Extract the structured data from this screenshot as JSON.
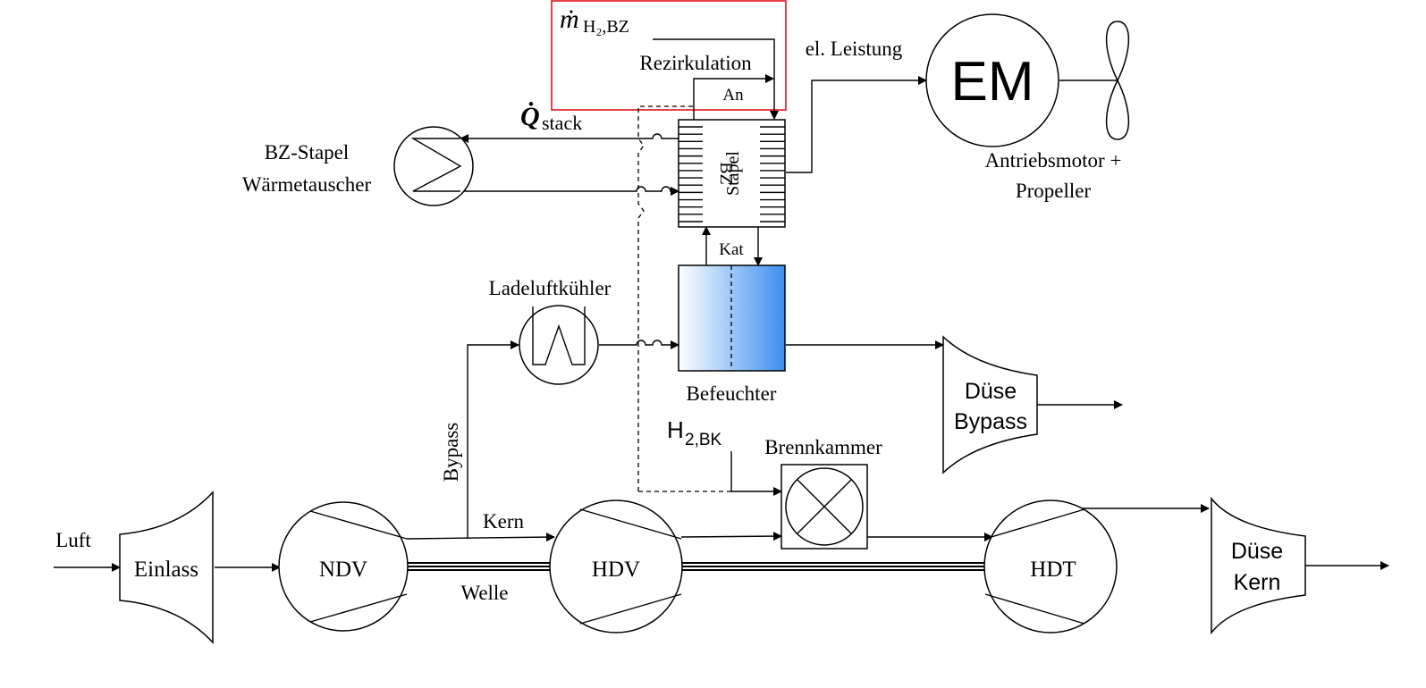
{
  "labels": {
    "luft": "Luft",
    "einlass": "Einlass",
    "ndv": "NDV",
    "hdv": "HDV",
    "hdt": "HDT",
    "kern": "Kern",
    "welle": "Welle",
    "bypass": "Bypass",
    "ladeluftkuehler": "Ladeluftkühler",
    "befeuchter": "Befeuchter",
    "h2_bk_main": "H",
    "h2_bk_sub": "2,BK",
    "brennkammer": "Brennkammer",
    "duese_bypass_1": "Düse",
    "duese_bypass_2": "Bypass",
    "duese_kern_1": "Düse",
    "duese_kern_2": "Kern",
    "bz_stapel_1": "BZ",
    "bz_stapel_2": "Stapel",
    "an": "An",
    "kat": "Kat",
    "rezirkulation": "Rezirkulation",
    "mdot_main": "ṁ",
    "mdot_sub": "H₂,BZ",
    "qdot_main": "Q̇",
    "qdot_sub": "stack",
    "wt_1": "BZ-Stapel",
    "wt_2": "Wärmetauscher",
    "el_leistung": "el. Leistung",
    "em": "EM",
    "antrieb_1": "Antriebsmotor +",
    "antrieb_2": "Propeller"
  },
  "colors": {
    "highlight_box": "#e0141e",
    "humidifier_light": "#ffffff",
    "humidifier_dark": "#3d8ef0"
  }
}
